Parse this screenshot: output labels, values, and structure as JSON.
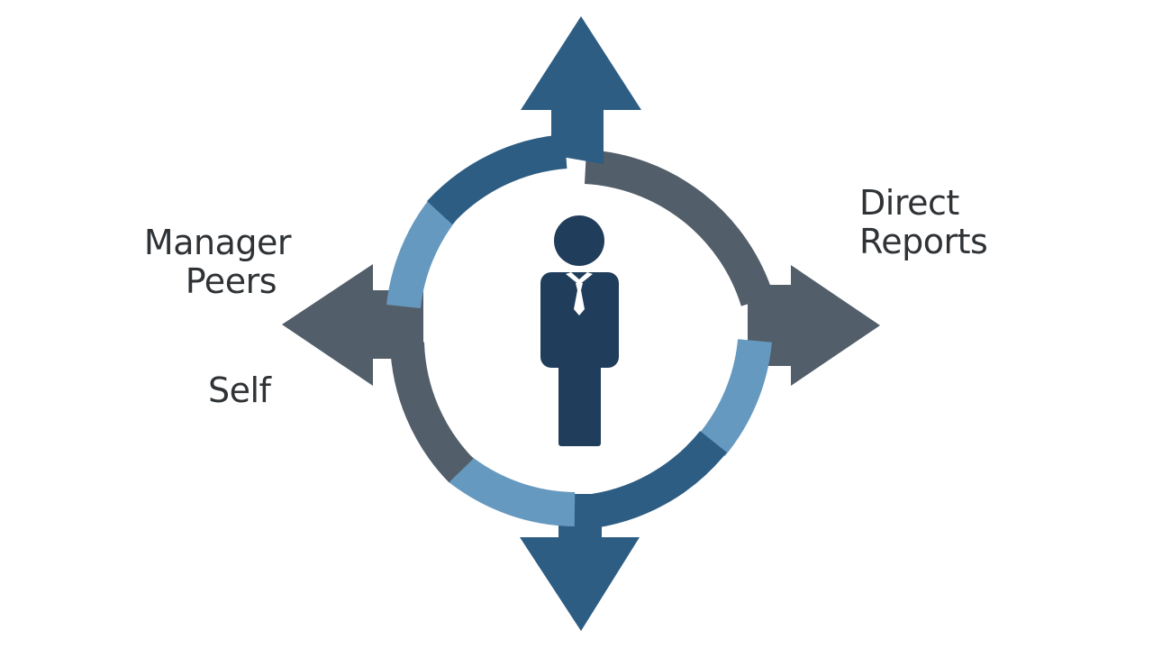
{
  "labels": {
    "manager": "Manager",
    "peers": "Peers",
    "self": "Self",
    "direct": "Direct",
    "reports": "Reports"
  },
  "colors": {
    "dark_blue": "#2e5d83",
    "light_blue": "#6699bf",
    "slate_gray": "#525e69",
    "person": "#213d5c",
    "text": "#2f3336"
  },
  "icons": {
    "center": "person-icon",
    "arrows": [
      "arrow-up-icon",
      "arrow-right-icon",
      "arrow-down-icon",
      "arrow-left-icon"
    ]
  }
}
